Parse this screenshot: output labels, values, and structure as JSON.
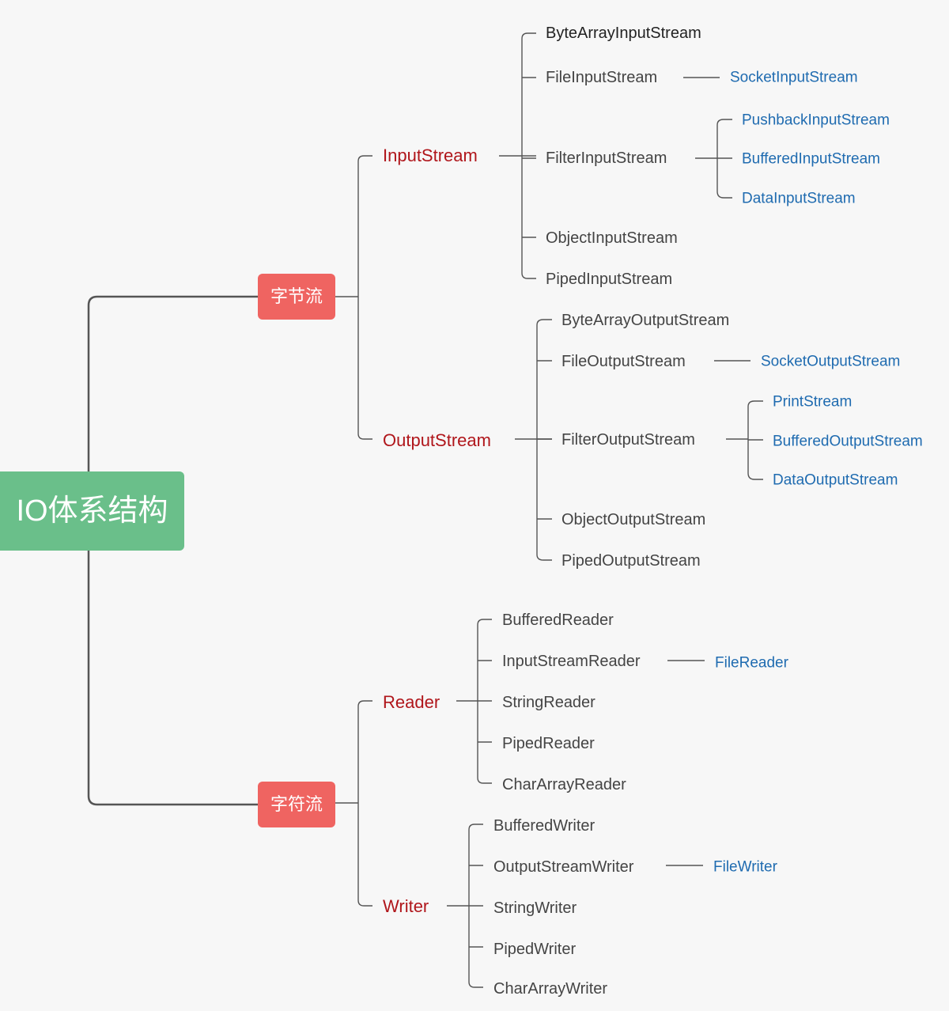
{
  "root": {
    "label": "IO体系结构"
  },
  "byte_streams": {
    "label": "字节流",
    "input": {
      "label": "InputStream",
      "children": {
        "byte_array": "ByteArrayInputStream",
        "file": "FileInputStream",
        "filter": "FilterInputStream",
        "object": "ObjectInputStream",
        "piped": "PipedInputStream"
      },
      "file_sub": "SocketInputStream",
      "filter_subs": {
        "pushback": "PushbackInputStream",
        "buffered": "BufferedInputStream",
        "data": "DataInputStream"
      }
    },
    "output": {
      "label": "OutputStream",
      "children": {
        "byte_array": "ByteArrayOutputStream",
        "file": "FileOutputStream",
        "filter": "FilterOutputStream",
        "object": "ObjectOutputStream",
        "piped": "PipedOutputStream"
      },
      "file_sub": "SocketOutputStream",
      "filter_subs": {
        "print": "PrintStream",
        "buffered": "BufferedOutputStream",
        "data": "DataOutputStream"
      }
    }
  },
  "char_streams": {
    "label": "字符流",
    "reader": {
      "label": "Reader",
      "children": {
        "buffered": "BufferedReader",
        "input_stream": "InputStreamReader",
        "string": "StringReader",
        "piped": "PipedReader",
        "char_array": "CharArrayReader"
      },
      "input_stream_sub": "FileReader"
    },
    "writer": {
      "label": "Writer",
      "children": {
        "buffered": "BufferedWriter",
        "output_stream": "OutputStreamWriter",
        "string": "StringWriter",
        "piped": "PipedWriter",
        "char_array": "CharArrayWriter"
      },
      "output_stream_sub": "FileWriter"
    }
  },
  "colors": {
    "background": "#f7f7f7",
    "root_fill": "#6abf8a",
    "category_fill": "#ef6461",
    "level2_text": "#b0161b",
    "level3_text": "#444444",
    "level4_text": "#1f6bb0",
    "connector": "#555555"
  }
}
